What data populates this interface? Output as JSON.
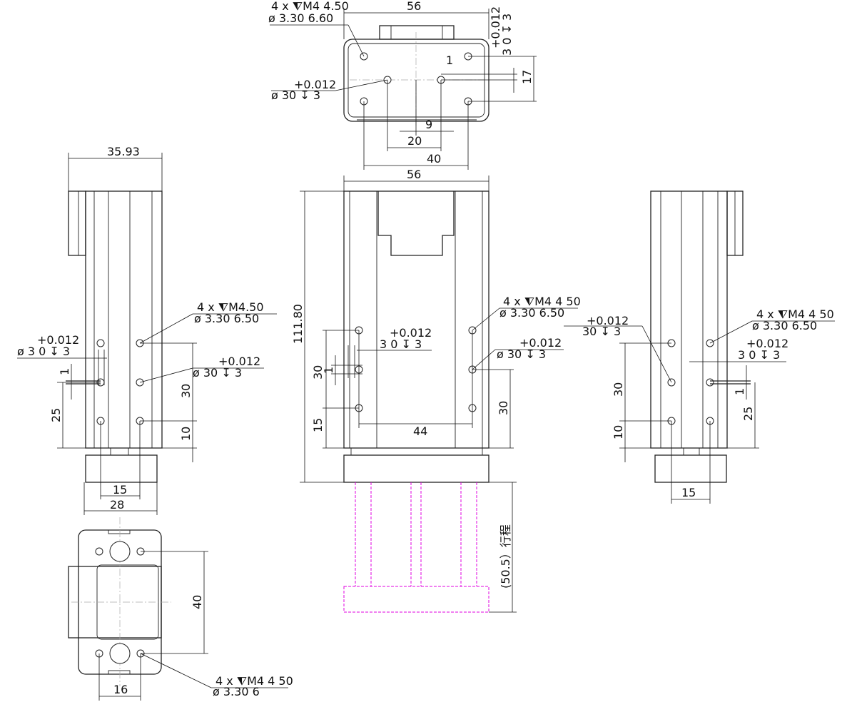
{
  "drawing": {
    "top_view": {
      "width_dim": "56",
      "hole_note_line1": "4 x ⧨M4 4.50",
      "hole_note_line2": "ø 3.30 6.60",
      "pin_tol": "+0.012",
      "pin_note": "ø  30  ↧ 3",
      "side_tol": "+0.012",
      "side_note": "3 0  ↧ 3",
      "dim_1": "1",
      "dim_17": "17",
      "dim_9": "9",
      "dim_20": "20",
      "dim_40": "40"
    },
    "front_view": {
      "width_dim": "56",
      "height_dim": "111.80",
      "hole_note_line1": "4 x ⧨M4 4 50",
      "hole_note_line2": "ø  3.30 6.50",
      "tol_a": "+0.012",
      "note_a": "3 0   ↧ 3",
      "tol_b": "+0.012",
      "note_b": "ø  30   ↧ 3",
      "dim_30_left": "30",
      "dim_1": "1",
      "dim_15": "15",
      "dim_44": "44",
      "dim_30_right": "30",
      "stroke_label": "(50.5）行程"
    },
    "left_view": {
      "width_dim": "35.93",
      "hole_note_line1": "4 x ⧨M4.50",
      "hole_note_line2": "ø  3.30 6.50",
      "tol_a": "+0.012",
      "note_a": "ø 3 0  ↧ 3",
      "tol_b": "+0.012",
      "note_b": "ø  30   ↧  3",
      "dim_1": "1",
      "dim_25": "25",
      "dim_30": "30",
      "dim_10": "10",
      "dim_15": "15",
      "dim_28": "28"
    },
    "right_view": {
      "tol_a": "+0.012",
      "note_a": "30   ↧  3",
      "hole_note_line1": "4 x ⧨M4 4 50",
      "hole_note_line2": "ø  3.30 6.50",
      "tol_b": "+0.012",
      "note_b": "3 0   ↧ 3",
      "dim_30": "30",
      "dim_10": "10",
      "dim_1": "1",
      "dim_25": "25",
      "dim_15": "15"
    },
    "bottom_view": {
      "dim_40": "40",
      "dim_16": "16",
      "hole_note_line1": "4 x ⧨M4 4 50",
      "hole_note_line2": "ø  3.30 6"
    }
  }
}
